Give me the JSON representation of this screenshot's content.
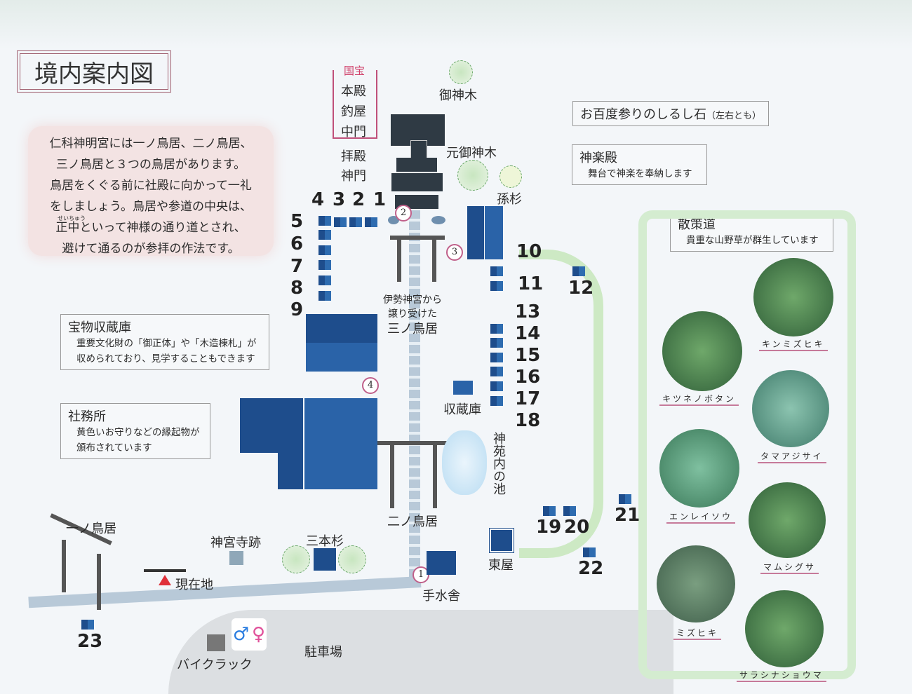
{
  "title": "境内案内図",
  "intro": [
    "仁科神明宮には一ノ鳥居、二ノ鳥居、",
    "三ノ鳥居と３つの鳥居があります。",
    "鳥居をくぐる前に社殿に向かって一礼",
    "をしましょう。鳥居や参道の中央は、",
    "正中といって神様の通り道とされ、",
    "避けて通るのが参拝の作法です。"
  ],
  "ruby": "せいちゅう",
  "national_treasure": {
    "label": "国宝",
    "items": [
      "本殿",
      "釣屋",
      "中門"
    ]
  },
  "labels": {
    "haiden": "拝殿",
    "shinmon": "神門",
    "goshinboku": "御神木",
    "moto_goshinboku": "元御神木",
    "magosugi": "孫杉",
    "ise_torii": [
      "伊勢神宮から",
      "譲り受けた",
      "三ノ鳥居"
    ],
    "shuzouko": "収蔵庫",
    "pond": "神苑内の池",
    "ninotorii": "二ノ鳥居",
    "ichinotorii": "一ノ鳥居",
    "jinguji": "神宮寺跡",
    "sanbonsugi": "三本杉",
    "current": "現在地",
    "temizuya": "手水舎",
    "azumaya": "東屋",
    "parking": "駐車場",
    "bike": "バイクラック"
  },
  "callouts": {
    "ohyakudo": {
      "title": "お百度参りのしるし石",
      "note": "（左右とも）"
    },
    "kagura": {
      "title": "神楽殿",
      "desc": "舞台で神楽を奉納します"
    },
    "sansaku": {
      "title": "散策道",
      "desc": "貴重な山野草が群生しています"
    },
    "homotsu": {
      "title": "宝物収蔵庫",
      "desc": [
        "重要文化財の「御正体」や「木造棟札」が",
        "収められており、見学することもできます"
      ]
    },
    "shamusho": {
      "title": "社務所",
      "desc": [
        "黄色いお守りなどの縁起物が",
        "頒布されています"
      ]
    }
  },
  "markers": [
    "1",
    "2",
    "3",
    "4"
  ],
  "numbers": [
    "1",
    "2",
    "3",
    "4",
    "5",
    "6",
    "7",
    "8",
    "9",
    "10",
    "11",
    "12",
    "13",
    "14",
    "15",
    "16",
    "17",
    "18",
    "19",
    "20",
    "21",
    "22",
    "23"
  ],
  "plants": [
    "キンミズヒキ",
    "キツネノボタン",
    "タマアジサイ",
    "エンレイソウ",
    "マムシグサ",
    "ミズヒキ",
    "サラシナショウマ"
  ],
  "colors": {
    "building": "#1e4d8c",
    "shrine": "#2f3a44",
    "accent": "#c0608a",
    "path": "#b8c9d8",
    "current_marker": "#e0303a"
  }
}
